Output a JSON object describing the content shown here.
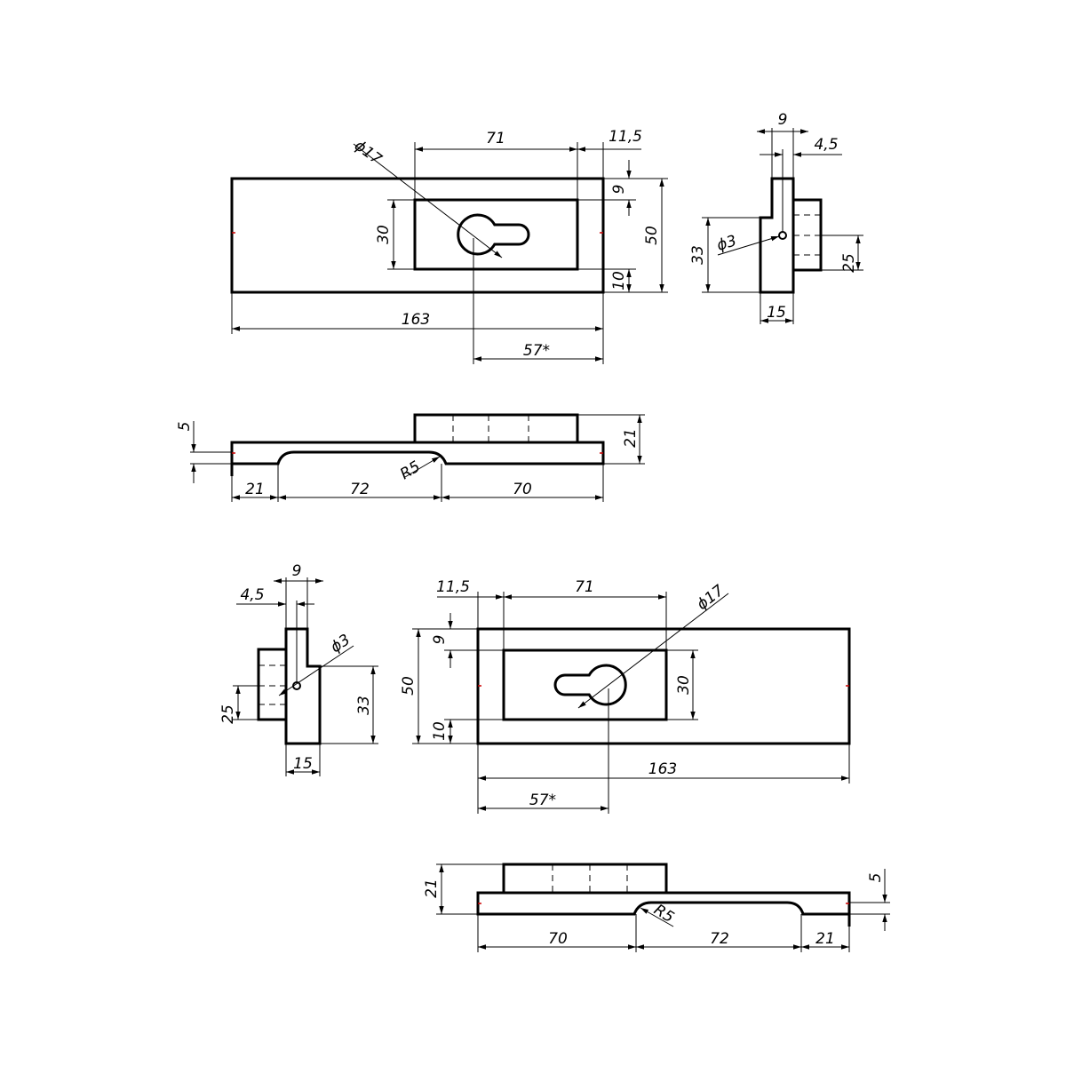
{
  "diagram": {
    "type": "technical-drawing",
    "views": [
      {
        "id": "top-left-plan",
        "dimensions": {
          "hole_diameter": "ϕ17",
          "slot_length": "71",
          "offset": "11,5",
          "slot_top_margin": "9",
          "plate_height": "50",
          "slot_height": "30",
          "slot_bottom_margin": "10",
          "plate_length": "163",
          "hole_position": "57*"
        }
      },
      {
        "id": "top-right-side",
        "dimensions": {
          "step_width": "9",
          "step_offset": "4,5",
          "pin_diameter": "ϕ3",
          "block_height": "33",
          "boss_height": "25",
          "base_width": "15"
        }
      },
      {
        "id": "middle-elevation",
        "dimensions": {
          "lip": "5",
          "total_height": "21",
          "radius": "R5",
          "left_segment": "21",
          "middle_segment": "72",
          "right_segment": "70"
        }
      },
      {
        "id": "bottom-left-side",
        "dimensions": {
          "step_width": "9",
          "step_offset": "4,5",
          "pin_diameter": "ϕ3",
          "boss_height": "25",
          "block_height": "33",
          "base_width": "15"
        }
      },
      {
        "id": "bottom-right-plan",
        "dimensions": {
          "offset": "11,5",
          "slot_length": "71",
          "hole_diameter": "ϕ17",
          "slot_top_margin": "9",
          "plate_height": "50",
          "slot_height": "30",
          "slot_bottom_margin": "10",
          "plate_length": "163",
          "hole_position": "57*"
        }
      },
      {
        "id": "bottom-elevation",
        "dimensions": {
          "total_height": "21",
          "lip": "5",
          "radius": "R5",
          "left_segment": "70",
          "middle_segment": "72",
          "right_segment": "21"
        }
      }
    ]
  }
}
